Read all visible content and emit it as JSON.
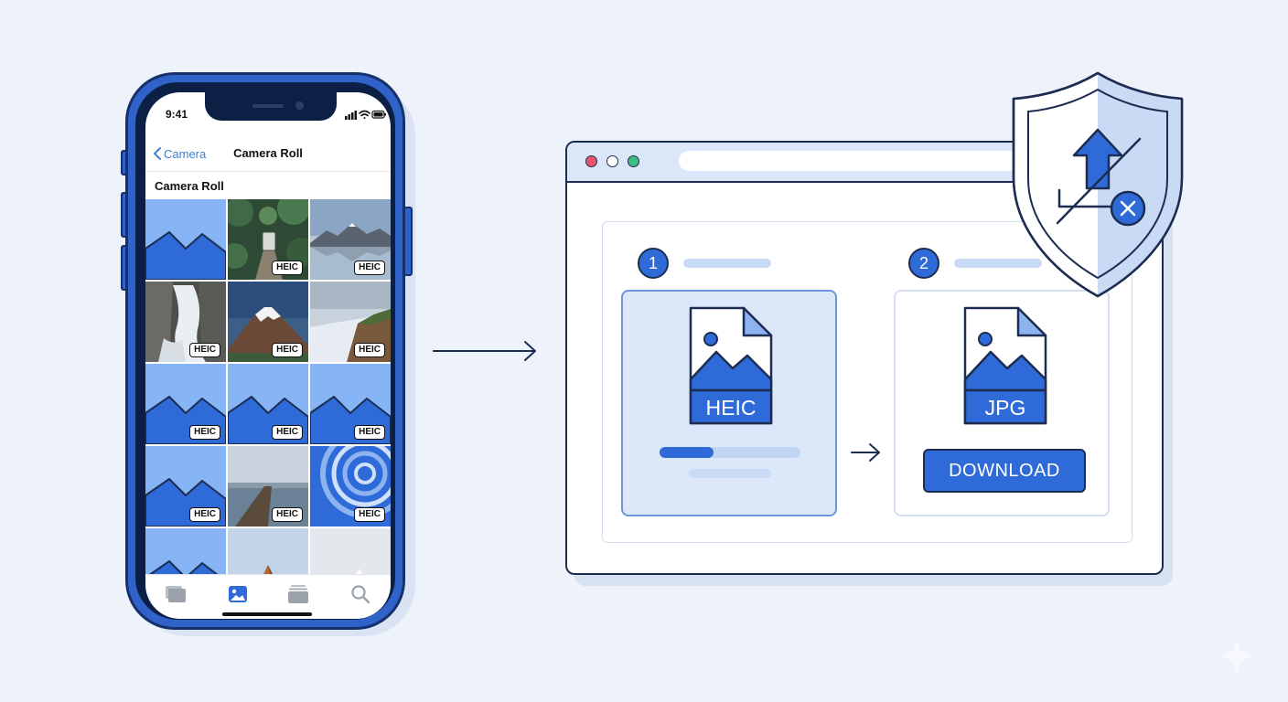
{
  "colors": {
    "accent": "#2f6bd8",
    "outline": "#1d2d52",
    "light_blue": "#dce8fa",
    "sky": "#86b4f4",
    "traffic_red": "#e8546a",
    "traffic_yellow": "#ffffff",
    "traffic_green": "#3fbf7f"
  },
  "phone": {
    "status_time": "9:41",
    "status_icons": [
      "signal-icon",
      "wifi-icon",
      "battery-icon"
    ],
    "nav": {
      "back_label": "Camera",
      "title": "Camera Roll"
    },
    "section_title": "Camera Roll",
    "grid": [
      {
        "kind": "placeholder",
        "badge": ""
      },
      {
        "kind": "forest",
        "badge": "HEIC"
      },
      {
        "kind": "lake",
        "badge": "HEIC"
      },
      {
        "kind": "waterfall",
        "badge": "HEIC"
      },
      {
        "kind": "volcano",
        "badge": "HEIC"
      },
      {
        "kind": "cliff",
        "badge": "HEIC"
      },
      {
        "kind": "placeholder",
        "badge": "HEIC"
      },
      {
        "kind": "placeholder",
        "badge": "HEIC"
      },
      {
        "kind": "placeholder",
        "badge": "HEIC"
      },
      {
        "kind": "placeholder",
        "badge": "HEIC"
      },
      {
        "kind": "pier",
        "badge": "HEIC"
      },
      {
        "kind": "ripples",
        "badge": "HEIC"
      },
      {
        "kind": "placeholder",
        "badge": ""
      },
      {
        "kind": "desert",
        "badge": ""
      },
      {
        "kind": "snow",
        "badge": ""
      }
    ],
    "tabbar": [
      "library-icon",
      "photos-icon",
      "albums-icon",
      "search-icon"
    ],
    "active_tab": 1
  },
  "converter": {
    "steps": [
      "1",
      "2"
    ],
    "source_format": "HEIC",
    "target_format": "JPG",
    "progress": 0.38,
    "download_label": "DOWNLOAD"
  },
  "shield": {
    "icons": [
      "upload-icon",
      "close-icon"
    ]
  }
}
